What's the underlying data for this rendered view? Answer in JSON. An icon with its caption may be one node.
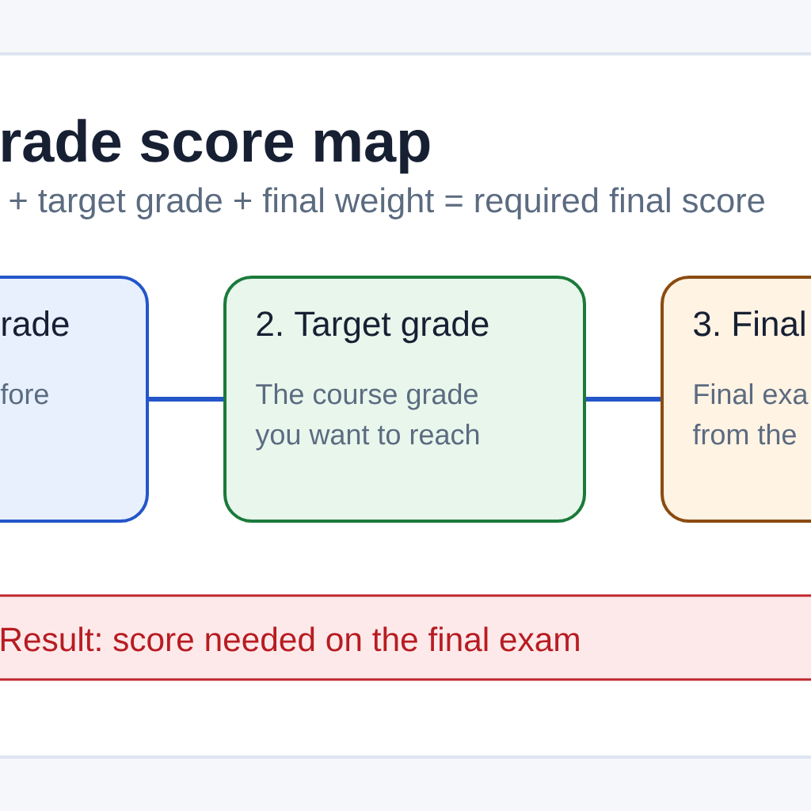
{
  "diagram": {
    "title": "rade score map",
    "nodes": [
      {
        "text": [
          "rade",
          "fore"
        ]
      },
      {
        "text": [
          "2. Target grade",
          "The course grade you want to reach"
        ]
      },
      {
        "text": [
          "3. Final",
          "Final exa from the"
        ]
      },
      {
        "text": [
          "Result: score needed on the final exam"
        ]
      }
    ],
    "edges": [
      {
        "from": 0,
        "to": 1,
        "arrow": "none"
      },
      {
        "from": 1,
        "to": 2,
        "arrow": "none"
      }
    ],
    "labels": [
      "+ target grade + final weight = required final score"
    ]
  }
}
